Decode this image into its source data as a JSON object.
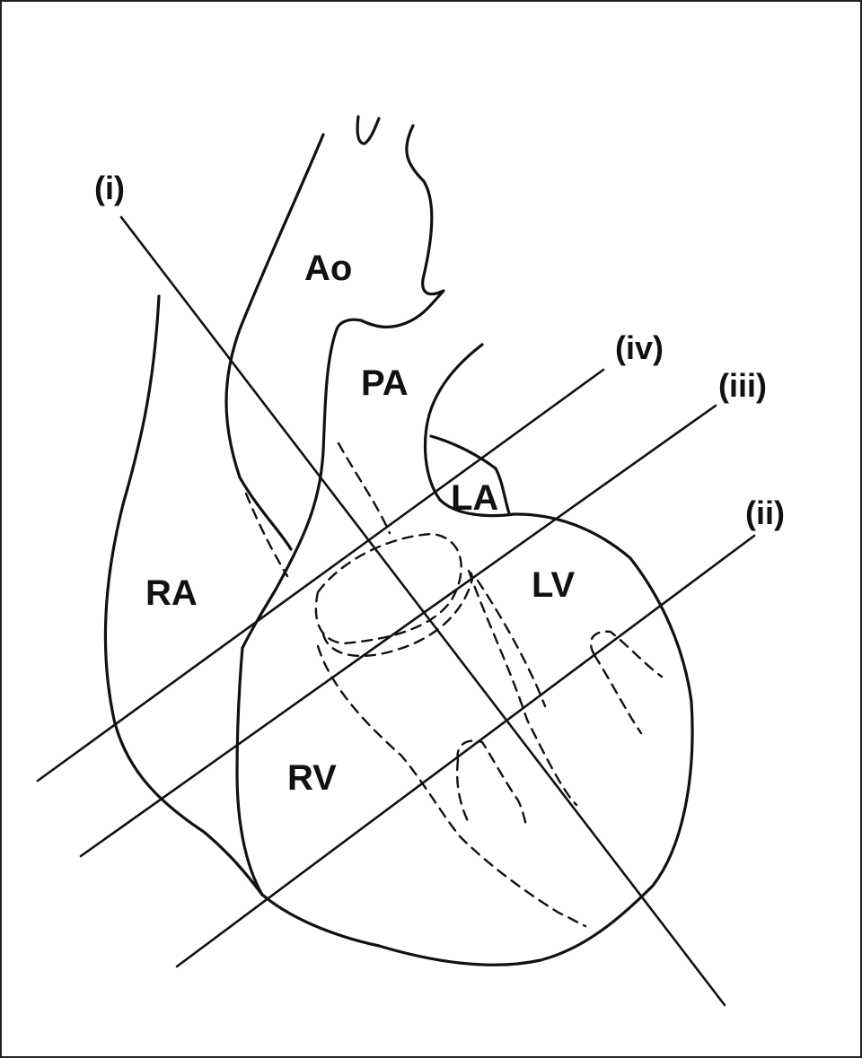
{
  "colors": {
    "ink": "#111111",
    "background": "#ffffff"
  },
  "labels": {
    "ao": "Ao",
    "pa": "PA",
    "la": "LA",
    "lv": "LV",
    "ra": "RA",
    "rv": "RV"
  },
  "planes": {
    "i": "(i)",
    "ii": "(ii)",
    "iii": "(iii)",
    "iv": "(iv)"
  }
}
